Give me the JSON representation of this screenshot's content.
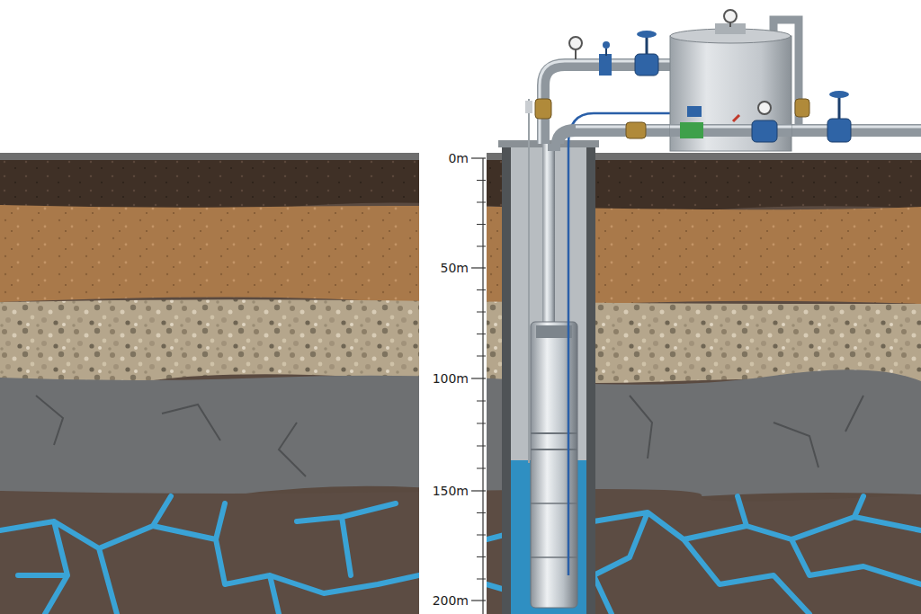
{
  "diagram": {
    "labels": [
      "0m",
      "50m",
      "100m",
      "150m",
      "200m"
    ]
  }
}
